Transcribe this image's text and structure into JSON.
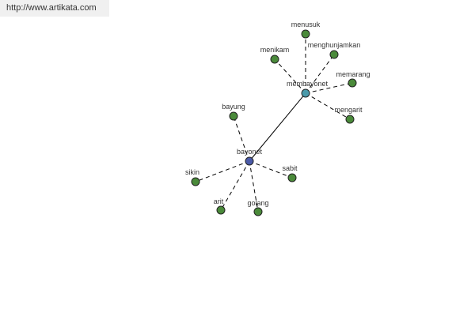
{
  "header": {
    "url_text": "http://www.artikata.com"
  },
  "colors": {
    "leaf_node": "#4a8a3a",
    "hub_primary": "#4a5aa8",
    "hub_secondary": "#4a9aaa",
    "edge": "#000000"
  },
  "graph": {
    "nodes": [
      {
        "id": "bayonet",
        "label": "bayonet",
        "kind": "hub_primary"
      },
      {
        "id": "membayonet",
        "label": "membayonet",
        "kind": "hub_secondary"
      },
      {
        "id": "menusuk",
        "label": "menusuk",
        "kind": "leaf"
      },
      {
        "id": "menghunjamkan",
        "label": "menghunjamkan",
        "kind": "leaf"
      },
      {
        "id": "menikam",
        "label": "menikam",
        "kind": "leaf"
      },
      {
        "id": "memarang",
        "label": "memarang",
        "kind": "leaf"
      },
      {
        "id": "mengarit",
        "label": "mengarit",
        "kind": "leaf"
      },
      {
        "id": "bayung",
        "label": "bayung",
        "kind": "leaf"
      },
      {
        "id": "sikin",
        "label": "sikin",
        "kind": "leaf"
      },
      {
        "id": "arit",
        "label": "arit",
        "kind": "leaf"
      },
      {
        "id": "golang",
        "label": "golang",
        "kind": "leaf"
      },
      {
        "id": "sabit",
        "label": "sabit",
        "kind": "leaf"
      }
    ],
    "edges": [
      {
        "from": "bayonet",
        "to": "membayonet",
        "style": "solid"
      },
      {
        "from": "membayonet",
        "to": "menusuk",
        "style": "dashed"
      },
      {
        "from": "membayonet",
        "to": "menghunjamkan",
        "style": "dashed"
      },
      {
        "from": "membayonet",
        "to": "menikam",
        "style": "dashed"
      },
      {
        "from": "membayonet",
        "to": "memarang",
        "style": "dashed"
      },
      {
        "from": "membayonet",
        "to": "mengarit",
        "style": "dashed"
      },
      {
        "from": "bayonet",
        "to": "bayung",
        "style": "dashed"
      },
      {
        "from": "bayonet",
        "to": "sikin",
        "style": "dashed"
      },
      {
        "from": "bayonet",
        "to": "arit",
        "style": "dashed"
      },
      {
        "from": "bayonet",
        "to": "golang",
        "style": "dashed"
      },
      {
        "from": "bayonet",
        "to": "sabit",
        "style": "dashed"
      }
    ]
  }
}
